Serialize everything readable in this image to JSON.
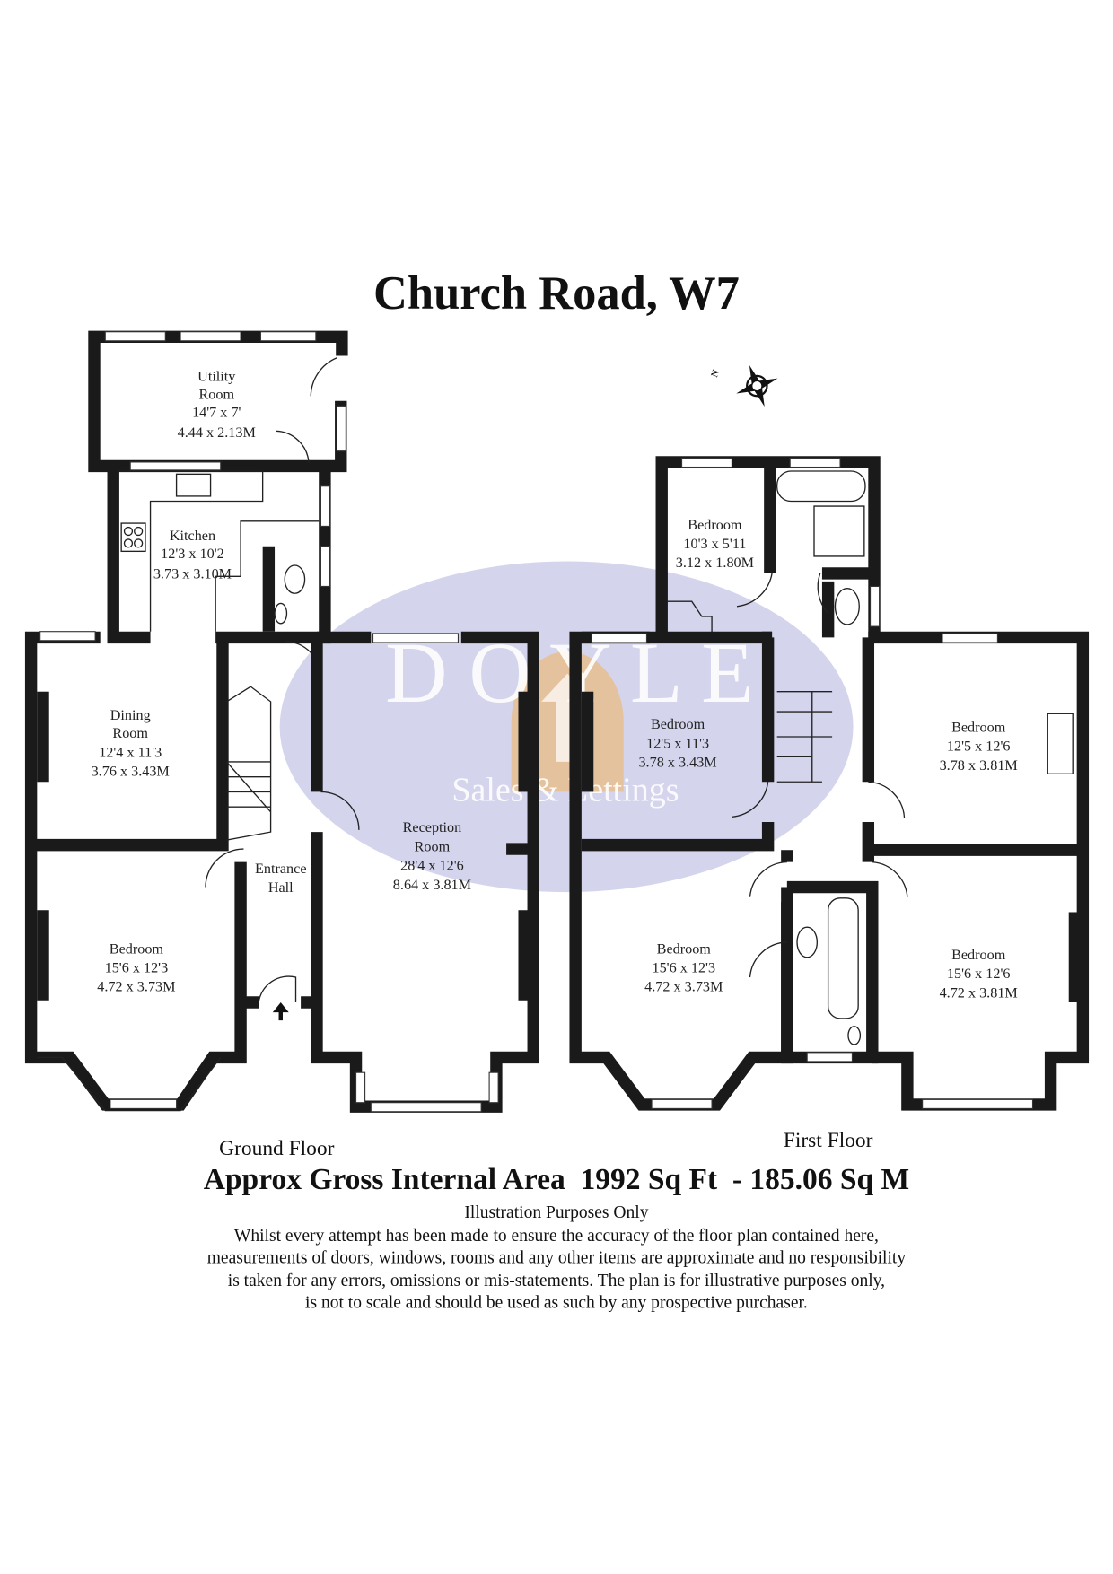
{
  "title": "Church Road, W7",
  "watermark": {
    "brand": "D O Y L E",
    "tagline": "Sales & Lettings",
    "ellipse_color": "#c9cbe9",
    "accent_color": "#f2b25c"
  },
  "compass": {
    "label": "N"
  },
  "ground_floor": {
    "label": "Ground Floor",
    "rooms": [
      {
        "name": "Utility",
        "name2": "Room",
        "imperial": "14'7 x 7'",
        "metric": "4.44 x 2.13M"
      },
      {
        "name": "Kitchen",
        "imperial": "12'3 x 10'2",
        "metric": "3.73 x 3.10M"
      },
      {
        "name": "Dining",
        "name2": "Room",
        "imperial": "12'4 x 11'3",
        "metric": "3.76 x 3.43M"
      },
      {
        "name": "Entrance",
        "name2": "Hall"
      },
      {
        "name": "Bedroom",
        "imperial": "15'6 x 12'3",
        "metric": "4.72 x 3.73M"
      },
      {
        "name": "Reception",
        "name2": "Room",
        "imperial": "28'4 x 12'6",
        "metric": "8.64 x 3.81M"
      }
    ]
  },
  "first_floor": {
    "label": "First Floor",
    "rooms": [
      {
        "name": "Bedroom",
        "imperial": "10'3 x 5'11",
        "metric": "3.12 x 1.80M"
      },
      {
        "name": "Bedroom",
        "imperial": "12'5 x 11'3",
        "metric": "3.78 x 3.43M"
      },
      {
        "name": "Bedroom",
        "imperial": "12'5 x 12'6",
        "metric": "3.78 x 3.81M"
      },
      {
        "name": "Bedroom",
        "imperial": "15'6 x 12'3",
        "metric": "4.72 x 3.73M"
      },
      {
        "name": "Bedroom",
        "imperial": "15'6 x 12'6",
        "metric": "4.72 x 3.81M"
      }
    ]
  },
  "area": "Approx Gross Internal Area  1992 Sq Ft  - 185.06 Sq M",
  "subtitle": "Illustration Purposes Only",
  "disclaimer": [
    "Whilst every attempt has been made to ensure the accuracy of the floor plan contained here,",
    "measurements of doors, windows, rooms and any other items are approximate and no responsibility",
    "is taken for any errors, omissions or mis-statements. The plan is for illustrative purposes only,",
    "is not to scale and should be used as such by any prospective purchaser."
  ]
}
